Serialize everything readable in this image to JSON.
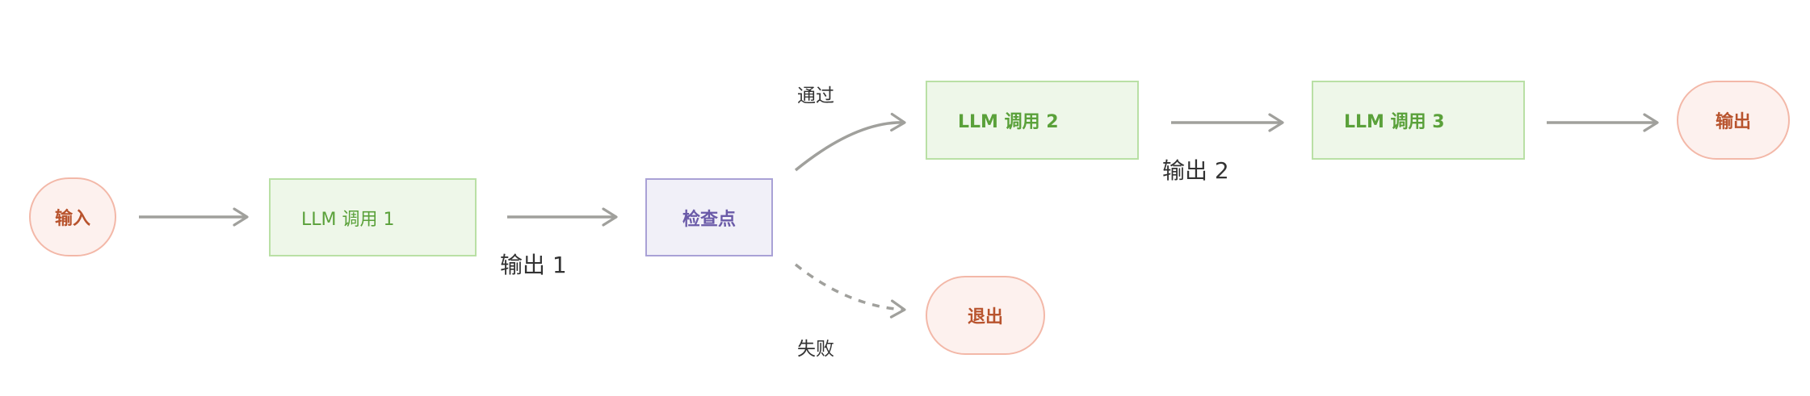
{
  "nodes": {
    "input": "输入",
    "llm1": "LLM 调用 1",
    "checkpoint": "检查点",
    "llm2": "LLM 调用 2",
    "llm3": "LLM 调用 3",
    "output": "输出",
    "exit": "退出"
  },
  "edge_labels": {
    "output1": "输出 1",
    "output2": "输出 2",
    "pass": "通过",
    "fail": "失败"
  },
  "colors": {
    "terminal_fill": "#fdf1ee",
    "terminal_stroke": "#f3b8a8",
    "llm_fill": "#eef7e9",
    "llm_stroke": "#b9e0a5",
    "check_fill": "#f1f0f8",
    "check_stroke": "#a9a1d6",
    "arrow": "#a0a09c"
  }
}
